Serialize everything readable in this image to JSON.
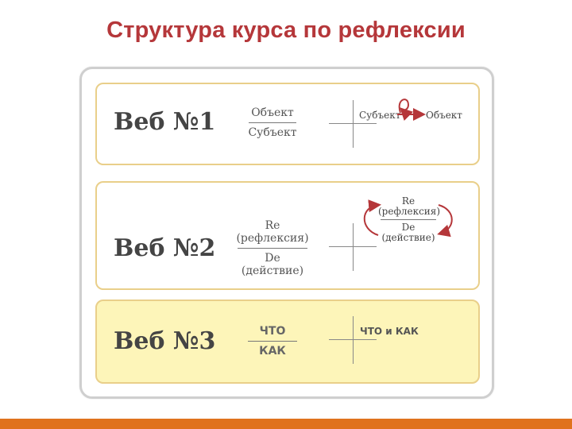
{
  "title": "Структура курса по рефлексии",
  "web1": {
    "label": "Веб №1",
    "numerator": "Объект",
    "denominator": "Субъект",
    "arrow_from": "Субъект",
    "arrow_to": "Объект"
  },
  "web2": {
    "label": "Веб №2",
    "numerator_1": "Re",
    "numerator_2": "(рефлексия)",
    "denominator_1": "De",
    "denominator_2": "(действие)",
    "cycle_top_1": "Re",
    "cycle_top_2": "(рефлексия)",
    "cycle_bottom_1": "De",
    "cycle_bottom_2": "(действие)"
  },
  "web3": {
    "label": "Веб №3",
    "numerator": "ЧТО",
    "denominator": "КАК",
    "result": "ЧТО и КАК"
  },
  "colors": {
    "title": "#b5373a",
    "card_border": "#e9cf8a",
    "highlight_fill": "#fdf5b9",
    "footer": "#e0721d",
    "arrow": "#b5373a"
  }
}
